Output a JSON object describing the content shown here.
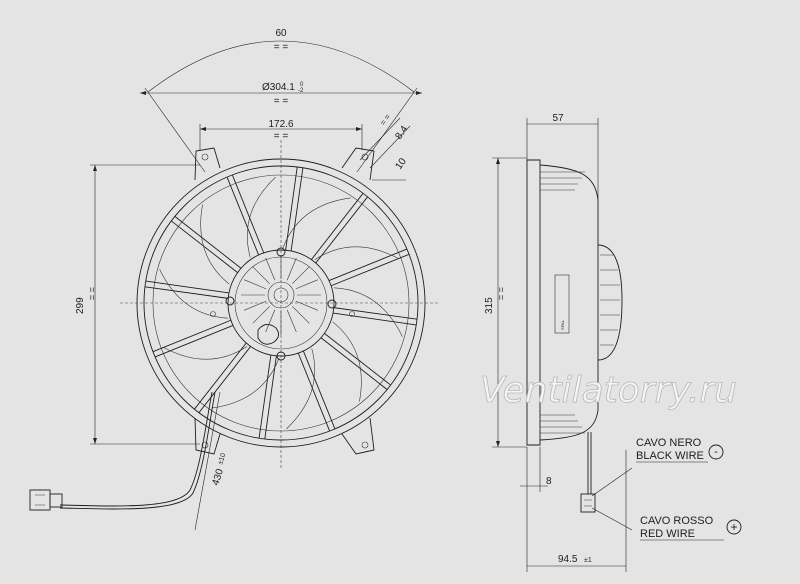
{
  "front_view": {
    "dim_top_angle": "60",
    "dim_top_angle_tol": "= =",
    "dim_diameter": "Ø304.1",
    "dim_diameter_tol_upper": "0",
    "dim_diameter_tol_lower": "-2",
    "dim_mount_spacing": "172.6",
    "dim_mount_spacing_tol": "= =",
    "dim_height": "299",
    "dim_height_tol": "= =",
    "dim_tab_width": "8.4",
    "dim_tab_offset": "10",
    "dim_cable_length": "430",
    "dim_cable_length_tol": "±10"
  },
  "side_view": {
    "dim_depth": "57",
    "dim_height": "315",
    "dim_height_tol": "= =",
    "dim_lip": "8",
    "dim_total_depth": "94.5",
    "dim_total_depth_tol": "±1"
  },
  "wires": {
    "black_it": "CAVO NERO",
    "black_en": "BLACK WIRE",
    "black_symbol": "-",
    "red_it": "CAVO ROSSO",
    "red_en": "RED WIRE",
    "red_symbol": "+"
  },
  "watermark": "Ventilatorry.ru"
}
